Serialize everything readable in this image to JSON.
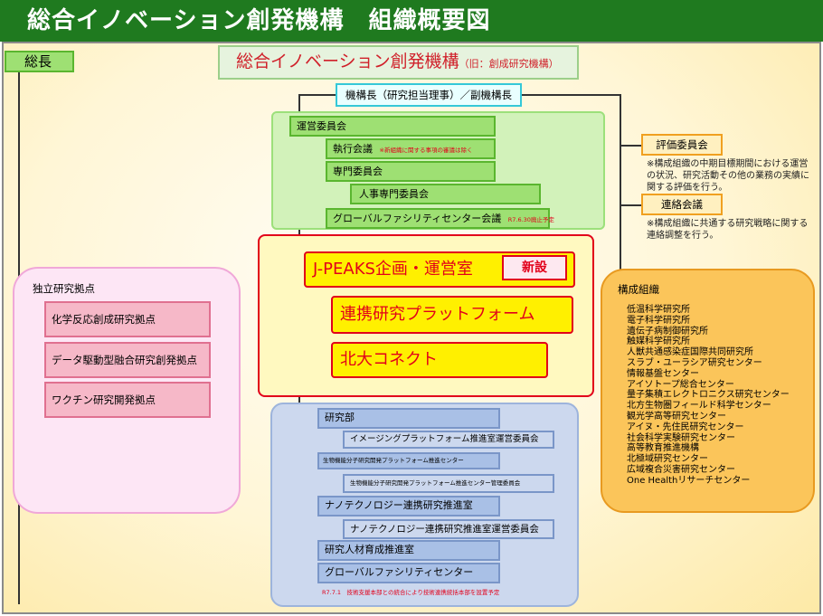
{
  "page_title": "総合イノベーション創発機構　組織概要図",
  "president": "総長",
  "org_title": {
    "main": "総合イノベーション創発機構",
    "sub": "（旧：創成研究機構）"
  },
  "director": "機構長（研究担当理事）／副機構長",
  "steering": {
    "title": "運営委員会",
    "exec": "執行会議",
    "exec_note": "※新組織に関する事項の審議は除く",
    "expert": "専門委員会",
    "personnel": "人事専門委員会",
    "gfc_meeting": "グローバルファシリティセンター会議",
    "gfc_note": "R7.6.30廃止予定"
  },
  "evaluation": {
    "label": "評価委員会",
    "note": "※構成組織の中期目標期間における運営の状況、研究活動その他の業務の実績に関する評価を行う。"
  },
  "liaison": {
    "label": "連絡会議",
    "note": "※構成組織に共通する研究戦略に関する連絡調整を行う。"
  },
  "jpeaks": {
    "title": "J-PEAKS企画・運営室",
    "badge": "新設",
    "platform": "連携研究プラットフォーム",
    "connect": "北大コネクト"
  },
  "independent": {
    "title": "独立研究拠点",
    "items": [
      "化学反応創成研究拠点",
      "データ駆動型融合研究創発拠点",
      "ワクチン研究開発拠点"
    ]
  },
  "research_dept": {
    "title": "研究部",
    "imaging": "イメージングプラットフォーム推進室運営委員会",
    "bio": "生物機能分子研究開発プラットフォーム推進センター",
    "bio_committee": "生物機能分子研究開発プラットフォーム推進センター管理委員会",
    "nano": "ナノテクノロジー連携研究推進室",
    "nano_committee": "ナノテクノロジー連携研究推進室運営委員会",
    "hr": "研究人材育成推進室",
    "gfc": "グローバルファシリティセンター",
    "note": "R7.7.1　技術支援本部との統合により技術連携統括本部を設置予定"
  },
  "constituent": {
    "title": "構成組織",
    "items": [
      "低温科学研究所",
      "電子科学研究所",
      "遺伝子病制御研究所",
      "触媒科学研究所",
      "人獣共通感染症国際共同研究所",
      "スラブ・ユーラシア研究センター",
      "情報基盤センター",
      "アイソトープ総合センター",
      "量子集積エレクトロニクス研究センター",
      "北方生物圏フィールド科学センター",
      "観光学高等研究センター",
      "アイヌ・先住民研究センター",
      "社会科学実験研究センター",
      "高等教育推進機構",
      "北極域研究センター",
      "広域複合災害研究センター",
      "One Healthリサーチセンター"
    ]
  },
  "colors": {
    "header": "#1f7a1f",
    "accent_red": "#e2001a",
    "green_box": "#9ee073",
    "pink": "#f6b8c8",
    "blue": "#a9c0e6",
    "orange": "#fbc55a"
  }
}
